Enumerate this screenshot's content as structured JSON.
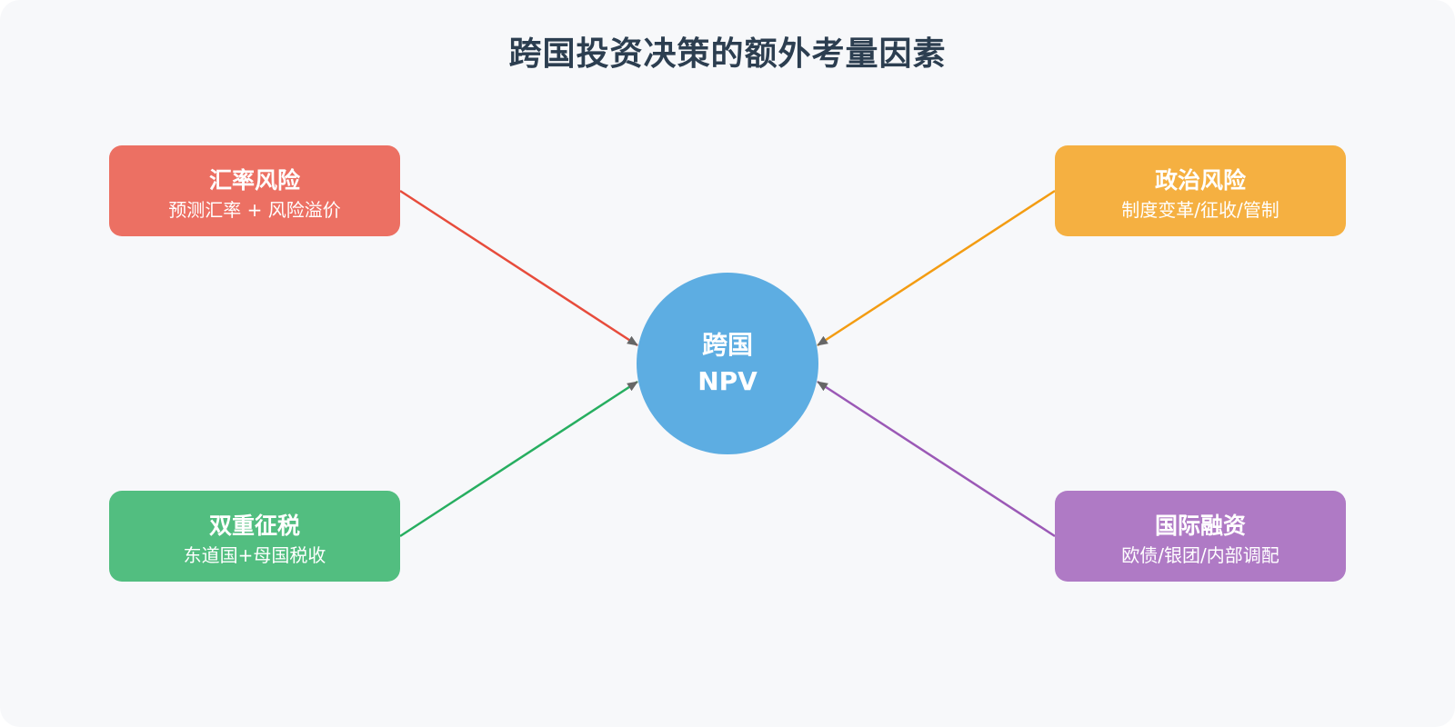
{
  "title": "跨国投资决策的额外考量因素",
  "center": {
    "line1": "跨国",
    "line2": "NPV",
    "color": "#5dade2"
  },
  "factors": {
    "fx": {
      "title": "汇率风险",
      "subtitle": "预测汇率 + 风险溢价",
      "box_color": "#ec7063",
      "line_color": "#e74c3c"
    },
    "political": {
      "title": "政治风险",
      "subtitle": "制度变革/征收/管制",
      "box_color": "#f5b041",
      "line_color": "#f39c12"
    },
    "tax": {
      "title": "双重征税",
      "subtitle": "东道国+母国税收",
      "box_color": "#52be80",
      "line_color": "#27ae60"
    },
    "financing": {
      "title": "国际融资",
      "subtitle": "欧债/银团/内部调配",
      "box_color": "#af7ac5",
      "line_color": "#9b59b6"
    }
  },
  "arrowhead_color": "#666666",
  "background_color": "#f7f8fa"
}
